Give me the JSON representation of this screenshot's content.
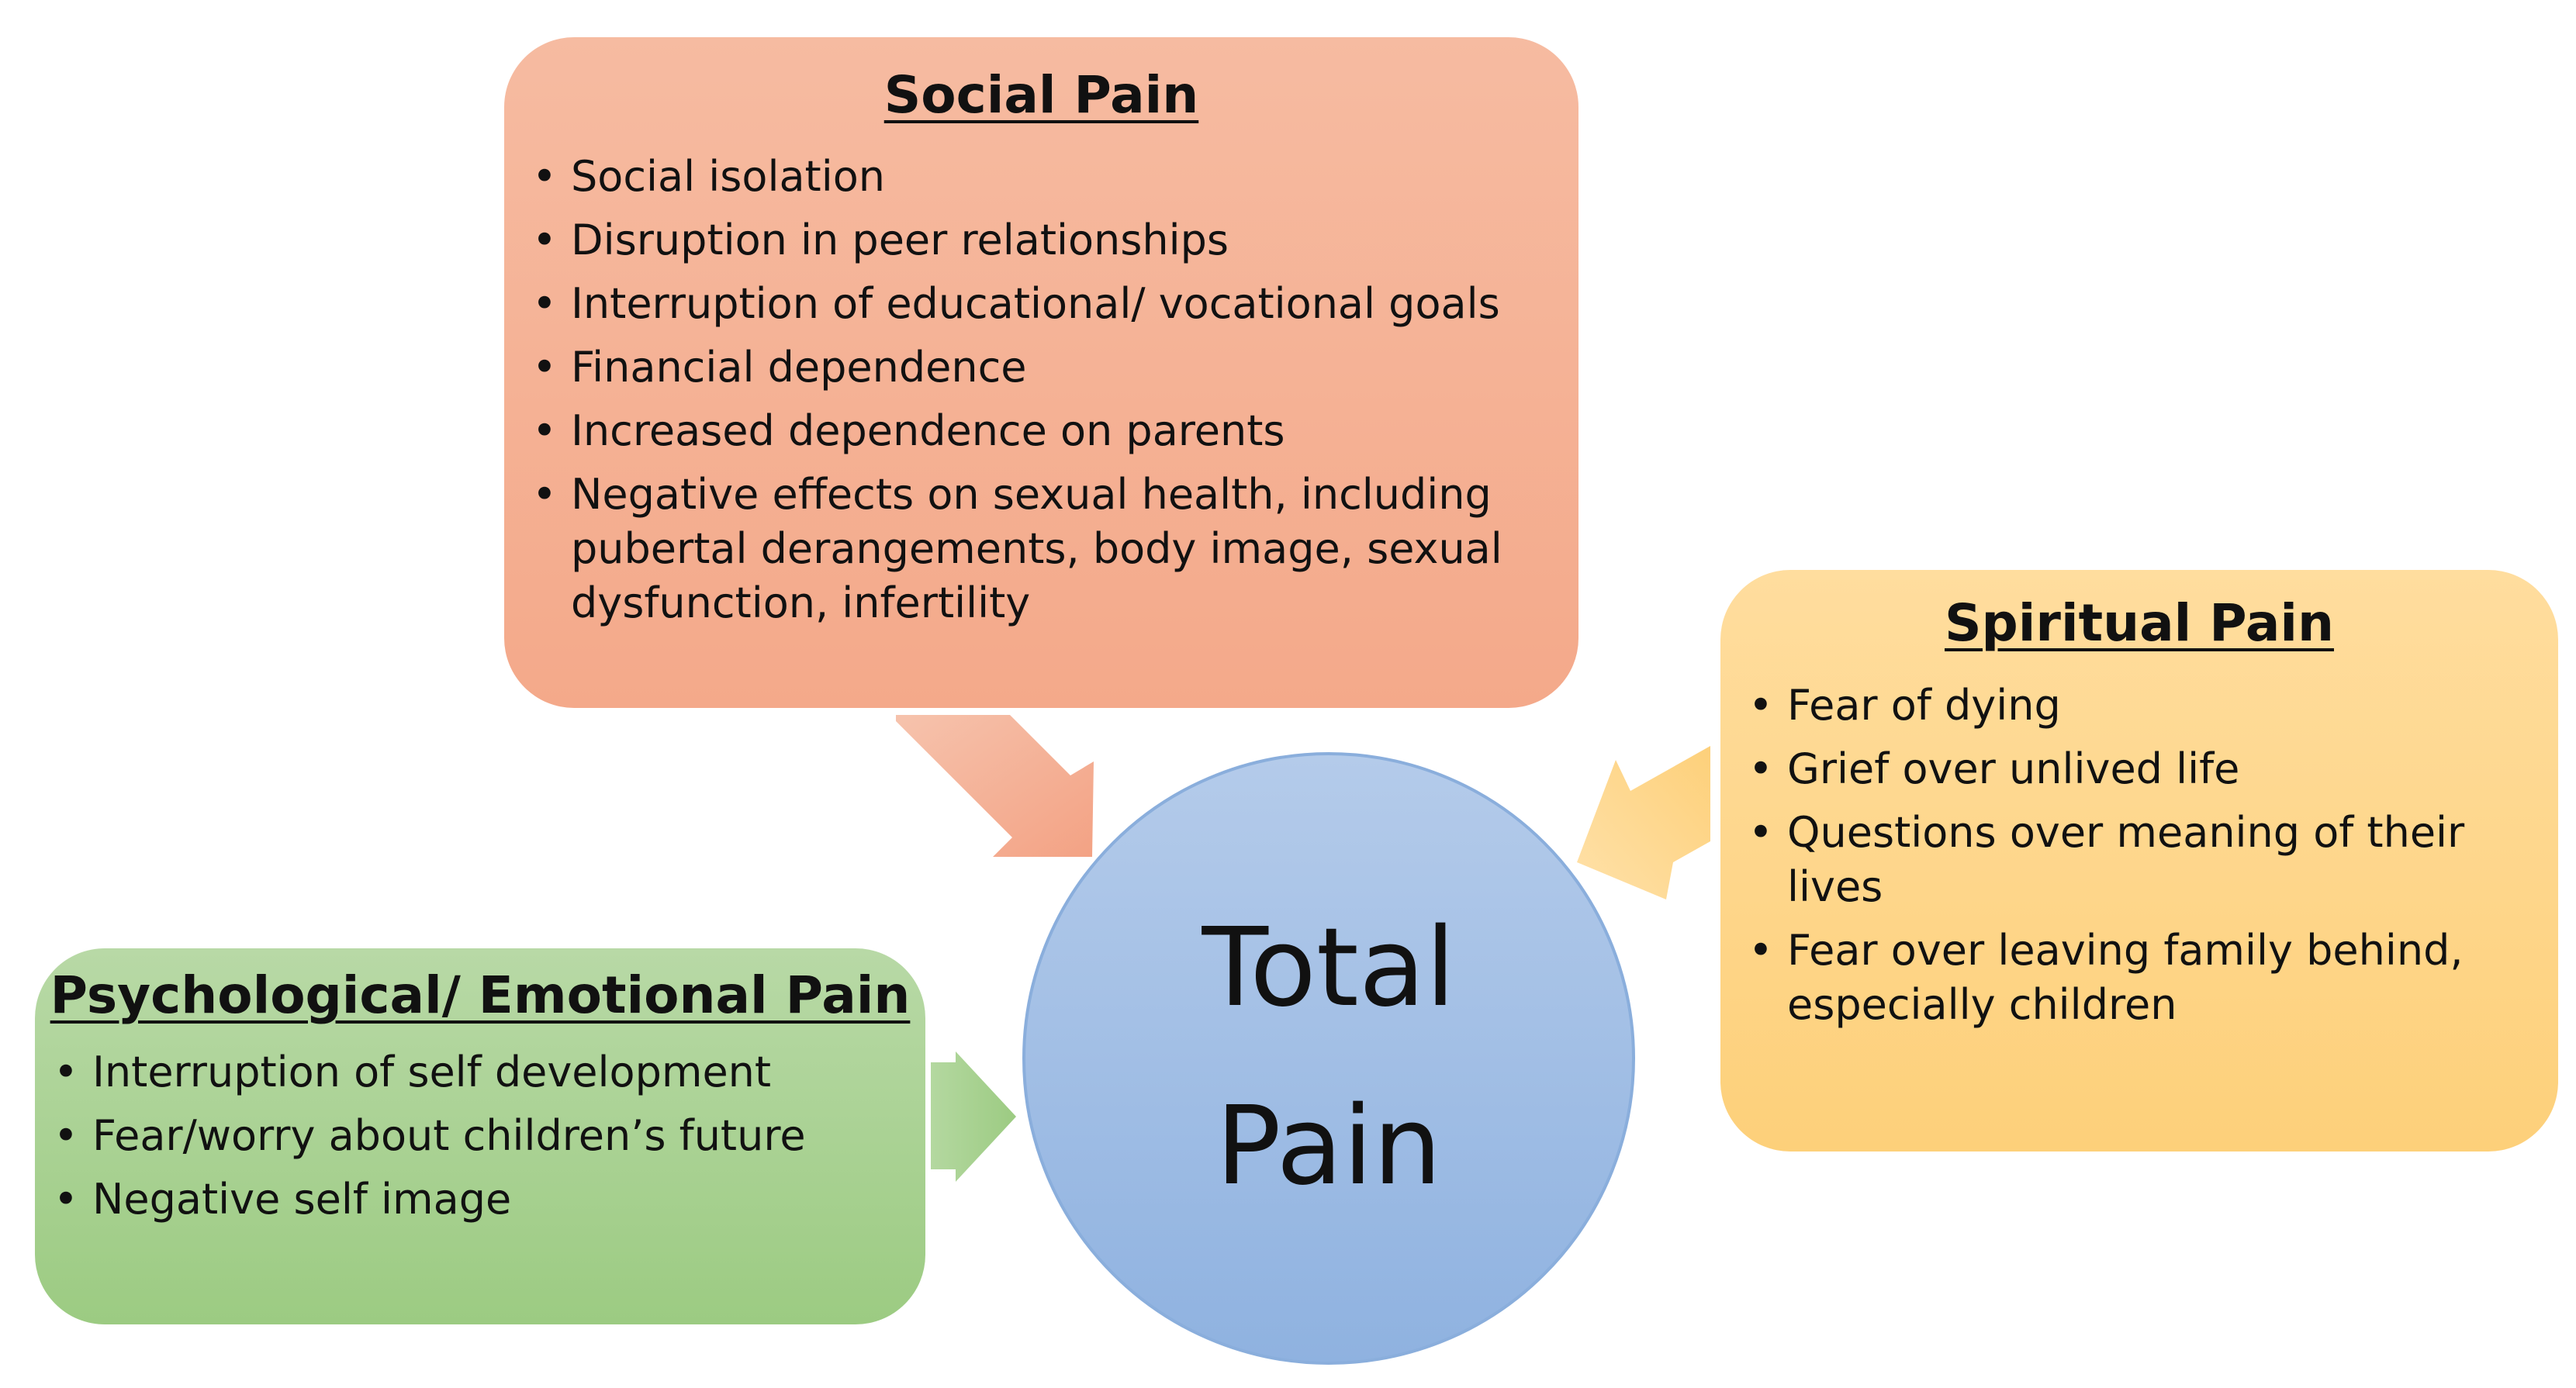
{
  "social": {
    "title": "Social Pain",
    "items": [
      "Social isolation",
      "Disruption in peer relationships",
      "Interruption of educational/ vocational goals",
      "Financial dependence",
      "Increased dependence  on parents",
      "Negative effects on sexual health, including\npubertal derangements, body image, sexual\ndysfunction, infertility"
    ]
  },
  "spiritual": {
    "title": "Spiritual Pain",
    "items": [
      "Fear of dying",
      "Grief over unlived life",
      "Questions over meaning of their lives",
      "Fear over leaving family behind,\nespecially children"
    ]
  },
  "psychological": {
    "title": "Psychological/ Emotional Pain",
    "items": [
      "Interruption of self development",
      "Fear/worry about children’s future",
      "Negative self image"
    ]
  },
  "center": {
    "line1": "Total",
    "line2": "Pain"
  },
  "bullet_char": "•",
  "colors": {
    "social": "#f4a98a",
    "spiritual": "#fdd07a",
    "psychological": "#9ccb82",
    "center": "#a3c0e6",
    "social_arrow": "#f4a98a",
    "spiritual_arrow": "#fdd07a",
    "psychological_arrow": "#9ccb82"
  }
}
